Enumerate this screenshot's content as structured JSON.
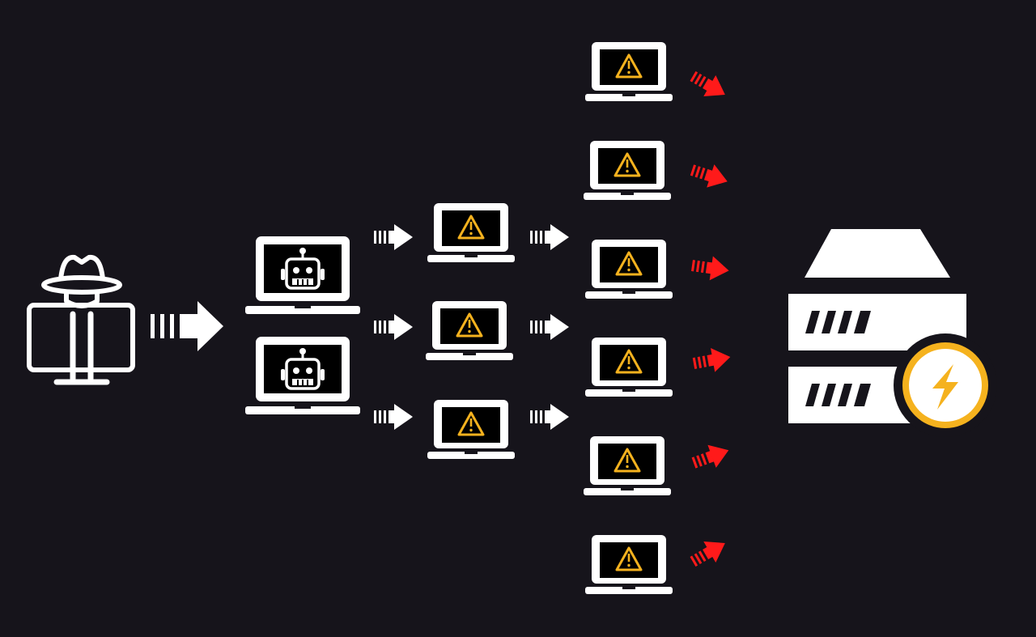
{
  "colors": {
    "background": "#16141b",
    "foreground": "#ffffff",
    "alert": "#f5b21e",
    "attack": "#ff1a1a",
    "screen": "#000000"
  },
  "icons": {
    "attacker": "hacker-at-computer-icon",
    "controller": "robot-laptop-icon",
    "infected": "warning-laptop-icon",
    "target": "server-lightning-icon",
    "flow": "dashed-arrow-icon",
    "attack_flow": "red-dashed-arrow-icon"
  },
  "nodes": {
    "attacker": {
      "count": 1
    },
    "bot_controllers": {
      "count": 2
    },
    "first_tier_bots": {
      "count": 3
    },
    "second_tier_bots": {
      "count": 6
    },
    "target_server": {
      "count": 1
    }
  }
}
